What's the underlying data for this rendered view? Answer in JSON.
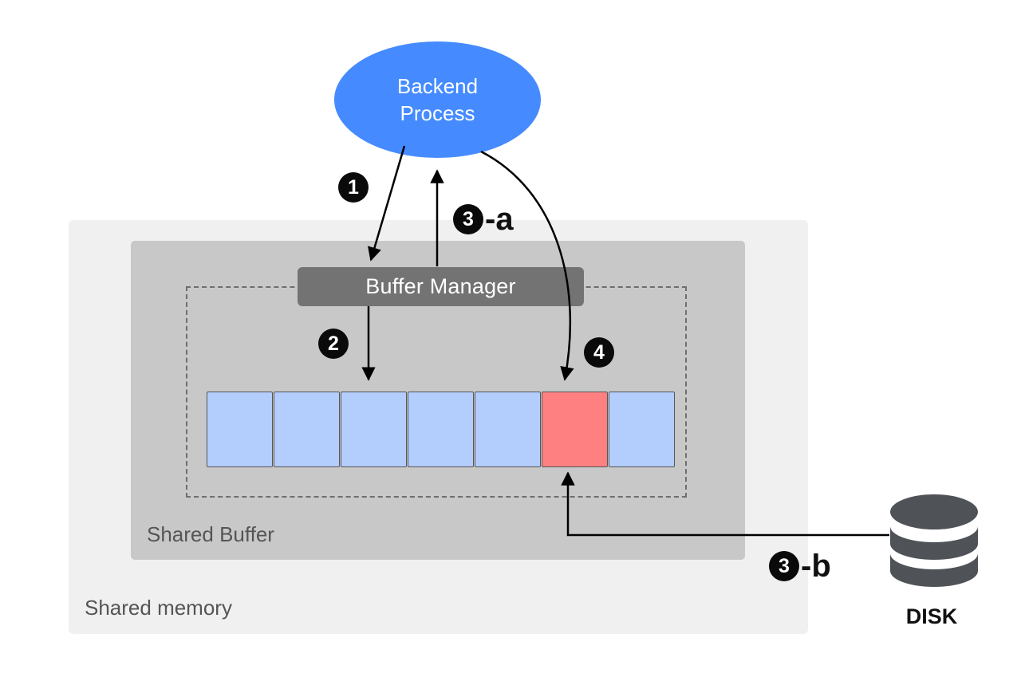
{
  "diagram": {
    "backend_process": {
      "line1": "Backend",
      "line2": "Process"
    },
    "buffer_manager": {
      "label": "Buffer Manager"
    },
    "shared_buffer": {
      "label": "Shared Buffer"
    },
    "shared_memory": {
      "label": "Shared memory"
    },
    "disk": {
      "label": "DISK",
      "icon": "database-icon"
    },
    "buffer_slots": [
      {
        "state": "normal"
      },
      {
        "state": "normal"
      },
      {
        "state": "normal"
      },
      {
        "state": "normal"
      },
      {
        "state": "normal"
      },
      {
        "state": "target"
      },
      {
        "state": "normal"
      }
    ],
    "steps": {
      "s1": {
        "number": "1",
        "suffix": ""
      },
      "s2": {
        "number": "2",
        "suffix": ""
      },
      "s3a": {
        "number": "3",
        "suffix": "-a"
      },
      "s3b": {
        "number": "3",
        "suffix": "-b"
      },
      "s4": {
        "number": "4",
        "suffix": ""
      }
    },
    "colors": {
      "backend": "#458bff",
      "slot_normal": "#b3cdfd",
      "slot_target": "#ff8080",
      "buffer_manager": "#737373",
      "shared_buffer": "#c8c8c8",
      "shared_memory": "#f0f0f0",
      "disk": "#4f5257"
    }
  }
}
